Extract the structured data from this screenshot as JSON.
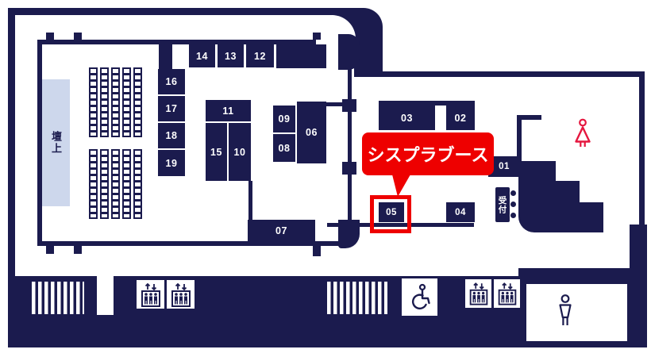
{
  "labels": {
    "stage": "壇上",
    "reception": "受付",
    "highlight_label": "シスプラブース"
  },
  "booths": {
    "b01": "01",
    "b02": "02",
    "b03": "03",
    "b04": "04",
    "b05": "05",
    "b06": "06",
    "b07": "07",
    "b08": "08",
    "b09": "09",
    "b10": "10",
    "b11": "11",
    "b12": "12",
    "b13": "13",
    "b14": "14",
    "b15": "15",
    "b16": "16",
    "b17": "17",
    "b18": "18",
    "b19": "19"
  },
  "icons": {
    "women_toilet": "women-toilet-icon",
    "men_toilet": "men-toilet-icon",
    "wheelchair": "wheelchair-icon",
    "elevator": "elevator-icon",
    "stairs": "stairs-icon"
  },
  "colors": {
    "navy": "#1b1b4e",
    "stage_fill": "#cdd7ec",
    "highlight_red": "#ee0000",
    "women_icon_red": "#e5173f",
    "white": "#ffffff"
  }
}
